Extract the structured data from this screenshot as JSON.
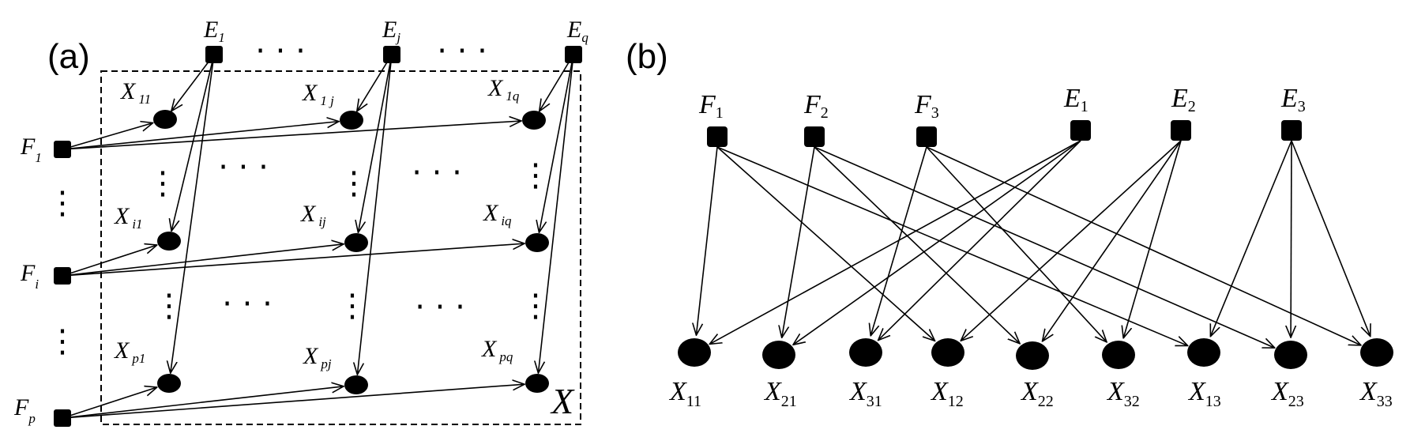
{
  "panel_a": {
    "label": "(a)",
    "columns": [
      {
        "main": "E",
        "sub": "1"
      },
      {
        "main": "E",
        "sub": "j"
      },
      {
        "main": "E",
        "sub": "q"
      }
    ],
    "rows": [
      {
        "main": "F",
        "sub": "1"
      },
      {
        "main": "F",
        "sub": "i"
      },
      {
        "main": "F",
        "sub": "p"
      }
    ],
    "cells": [
      [
        {
          "main": "X",
          "sub": "11"
        },
        {
          "main": "X",
          "sub": "1 j"
        },
        {
          "main": "X",
          "sub": "1q"
        }
      ],
      [
        {
          "main": "X",
          "sub": "i1"
        },
        {
          "main": "X",
          "sub": "ij"
        },
        {
          "main": "X",
          "sub": "iq"
        }
      ],
      [
        {
          "main": "X",
          "sub": "p1"
        },
        {
          "main": "X",
          "sub": "pj"
        },
        {
          "main": "X",
          "sub": "pq"
        }
      ]
    ],
    "ellipsis_h": "· · ·",
    "ellipsis_v": "⋮",
    "box_label": "X"
  },
  "panel_b": {
    "label": "(b)",
    "sources": [
      {
        "main": "F",
        "sub": "1"
      },
      {
        "main": "F",
        "sub": "2"
      },
      {
        "main": "F",
        "sub": "3"
      },
      {
        "main": "E",
        "sub": "1"
      },
      {
        "main": "E",
        "sub": "2"
      },
      {
        "main": "E",
        "sub": "3"
      }
    ],
    "targets": [
      {
        "main": "X",
        "sub": "11"
      },
      {
        "main": "X",
        "sub": "21"
      },
      {
        "main": "X",
        "sub": "31"
      },
      {
        "main": "X",
        "sub": "12"
      },
      {
        "main": "X",
        "sub": "22"
      },
      {
        "main": "X",
        "sub": "32"
      },
      {
        "main": "X",
        "sub": "13"
      },
      {
        "main": "X",
        "sub": "23"
      },
      {
        "main": "X",
        "sub": "33"
      }
    ]
  }
}
